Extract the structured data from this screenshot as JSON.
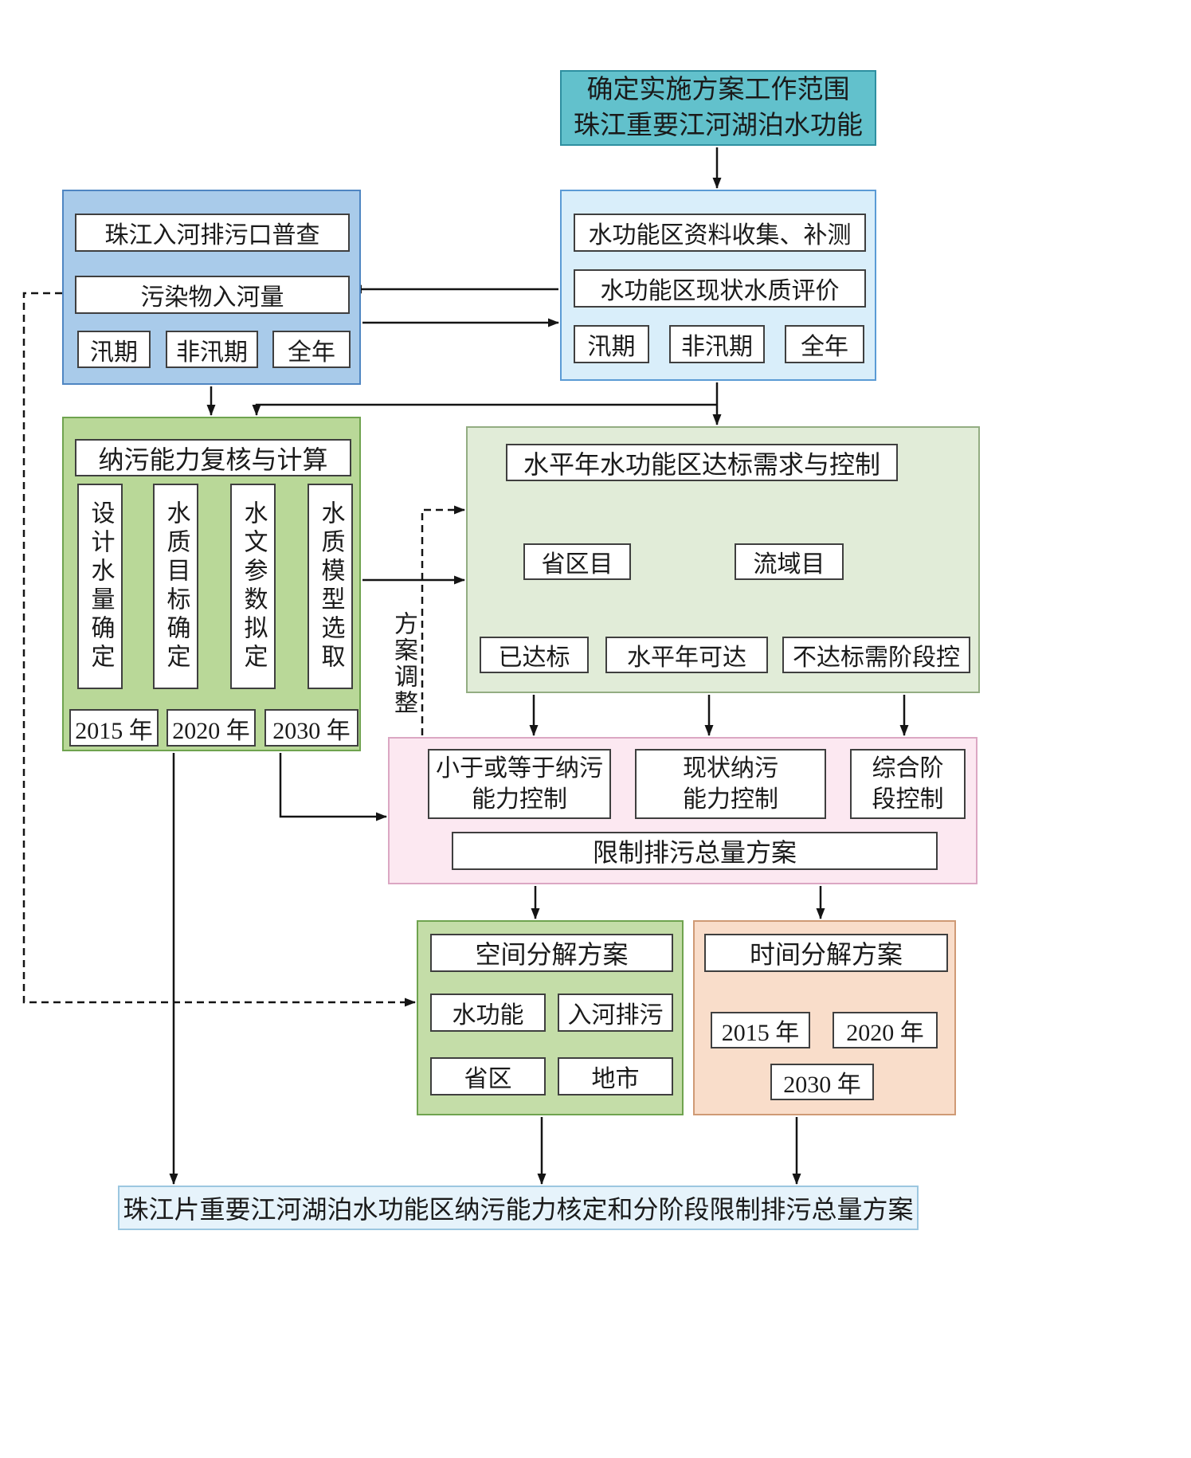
{
  "scope": {
    "line1": "确定实施方案工作范围",
    "line2": "珠江重要江河湖泊水功能"
  },
  "collection": {
    "item1": "水功能区资料收集、补测",
    "item2": "水功能区现状水质评价",
    "periods": [
      "汛期",
      "非汛期",
      "全年"
    ]
  },
  "outfall": {
    "item1": "珠江入河排污口普查",
    "item2": "污染物入河量",
    "periods": [
      "汛期",
      "非汛期",
      "全年"
    ]
  },
  "capacity": {
    "title": "纳污能力复核与计算",
    "columns": [
      "设计水量确定",
      "水质目标确定",
      "水文参数拟定",
      "水质模型选取"
    ],
    "years": [
      "2015 年",
      "2020 年",
      "2030 年"
    ]
  },
  "target": {
    "title": "水平年水功能区达标需求与控制",
    "province": "省区目",
    "basin": "流域目",
    "outcomes": [
      "已达标",
      "水平年可达",
      "不达标需阶段控"
    ]
  },
  "adjust_label": "方案调整",
  "control": {
    "c1_line1": "小于或等于纳污",
    "c1_line2": "能力控制",
    "c2_line1": "现状纳污",
    "c2_line2": "能力控制",
    "c3_line1": "综合阶",
    "c3_line2": "段控制",
    "total": "限制排污总量方案"
  },
  "spatial": {
    "title": "空间分解方案",
    "cells": [
      "水功能",
      "入河排污",
      "省区",
      "地市"
    ]
  },
  "temporal": {
    "title": "时间分解方案",
    "years": [
      "2015 年",
      "2020 年",
      "2030 年"
    ]
  },
  "final": "珠江片重要江河湖泊水功能区纳污能力核定和分阶段限制排污总量方案",
  "colors": {
    "scope_fill": "#62c1cc",
    "scope_border": "#2e8fa0",
    "collection_fill": "#d9eefa",
    "collection_border": "#5b9bd5",
    "outfall_fill": "#a9cbea",
    "outfall_border": "#4f86c2",
    "capacity_fill": "#b9d898",
    "capacity_border": "#6fa34f",
    "target_fill": "#e1ecd8",
    "target_border": "#93ad82",
    "control_fill": "#fce8f1",
    "control_border": "#dba7c3",
    "spatial_fill": "#c4dda8",
    "spatial_border": "#6fa34f",
    "temporal_fill": "#f9ddca",
    "temporal_border": "#cf9a75",
    "final_fill": "#e6f3fb",
    "final_border": "#9cc7e0",
    "inner_box_border": "#3f3f3f",
    "arrow": "#141414"
  }
}
